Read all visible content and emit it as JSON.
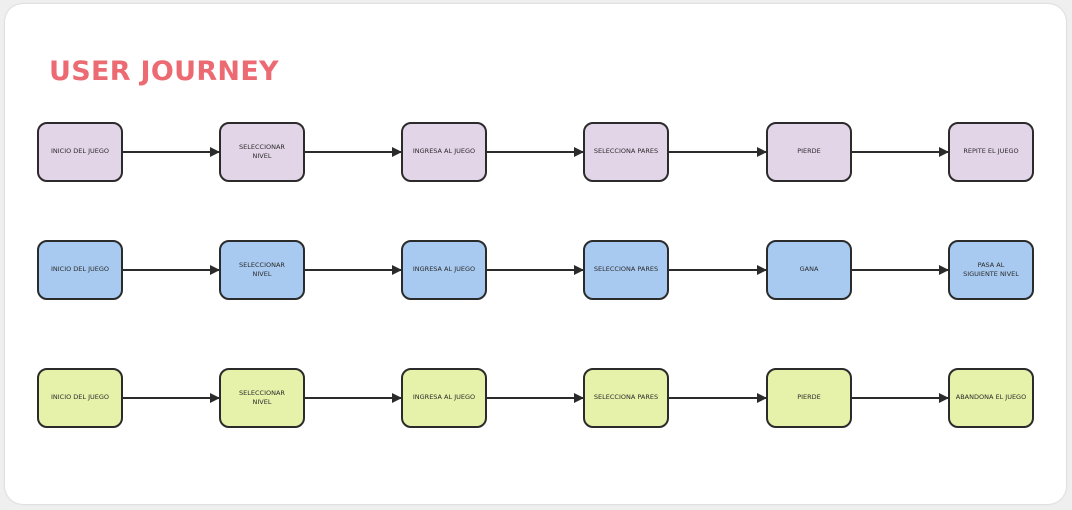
{
  "title": "USER JOURNEY",
  "colors": {
    "title": "#ec6b73",
    "row_fills": [
      "#e3d5e8",
      "#a8caf0",
      "#e6f1a9"
    ],
    "stroke": "#2b2b2b"
  },
  "rows": [
    {
      "nodes": [
        "INICIO DEL JUEGO",
        "SELECCIONAR\nNIVEL",
        "INGRESA AL JUEGO",
        "SELECCIONA PARES",
        "PIERDE",
        "REPITE EL JUEGO"
      ]
    },
    {
      "nodes": [
        "INICIO DEL JUEGO",
        "SELECCIONAR\nNIVEL",
        "INGRESA AL JUEGO",
        "SELECCIONA PARES",
        "GANA",
        "PASA AL\nSIGUIENTE NIVEL"
      ]
    },
    {
      "nodes": [
        "INICIO DEL JUEGO",
        "SELECCIONAR\nNIVEL",
        "INGRESA AL JUEGO",
        "SELECCIONA PARES",
        "PIERDE",
        "ABANDONA EL JUEGO"
      ]
    }
  ]
}
